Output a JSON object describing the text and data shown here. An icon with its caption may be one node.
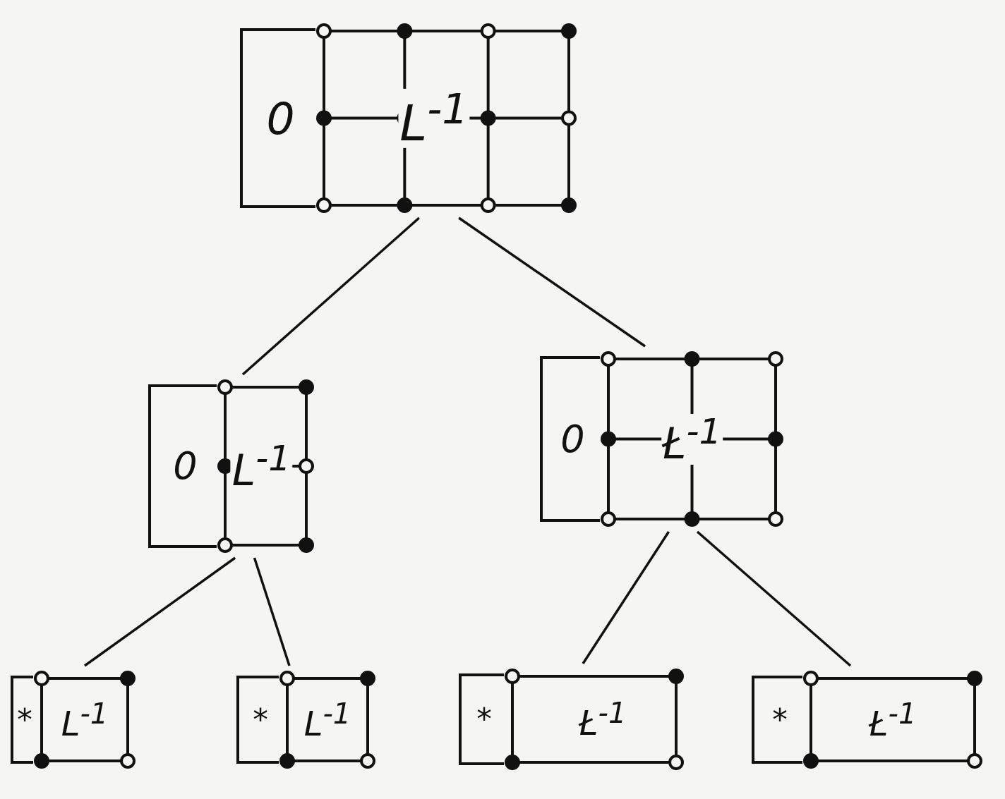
{
  "diagram": {
    "nodes": [
      {
        "text": [
          "0",
          "L$^{-1}$"
        ]
      },
      {
        "text": [
          "0",
          "L$^{-1}$"
        ]
      },
      {
        "text": [
          "0",
          "Ł$^{-1}$"
        ]
      },
      {
        "text": [
          "*",
          "L$^{-1}$"
        ]
      },
      {
        "text": [
          "*",
          "L$^{-1}$"
        ]
      },
      {
        "text": [
          "*",
          "Ł$^{-1}$"
        ]
      },
      {
        "text": [
          "*",
          "Ł$^{-1}$"
        ]
      }
    ],
    "edges": [
      {
        "from": 0,
        "to": 1,
        "arrow": "none"
      },
      {
        "from": 0,
        "to": 2,
        "arrow": "none"
      },
      {
        "from": 1,
        "to": 3,
        "arrow": "none"
      },
      {
        "from": 1,
        "to": 4,
        "arrow": "none"
      },
      {
        "from": 2,
        "to": 5,
        "arrow": "none"
      },
      {
        "from": 2,
        "to": 6,
        "arrow": "none"
      }
    ]
  }
}
